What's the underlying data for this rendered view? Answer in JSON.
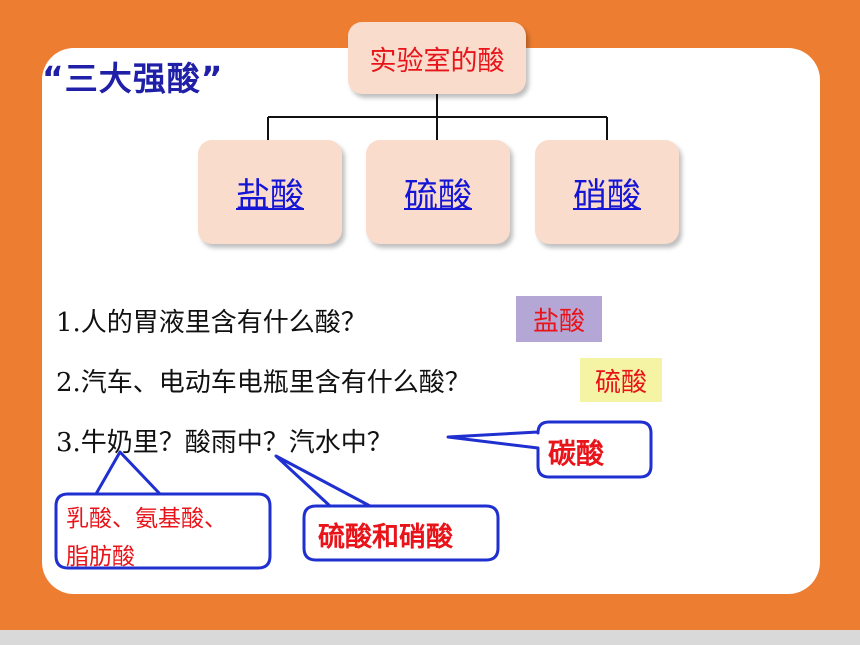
{
  "title": "“三大强酸”",
  "tree": {
    "root": "实验室的酸",
    "children": [
      "盐酸",
      "硫酸",
      "硝酸"
    ]
  },
  "questions": [
    {
      "text": "1.人的胃液里含有什么酸？",
      "answer": "盐酸"
    },
    {
      "text": "2.汽车、电动车电瓶里含有什么酸？",
      "answer": "硫酸"
    },
    {
      "text": "3.牛奶里？酸雨中？汽水中？"
    }
  ],
  "callouts": {
    "milk_line1": "乳酸、氨基酸、",
    "milk_line2": "脂肪酸",
    "acid_rain": "硫酸和硝酸",
    "soda": "碳酸"
  },
  "colors": {
    "background": "#ed7d31",
    "title": "#1f1fa8",
    "node_fill": "#f9dccb",
    "callout_border": "#1f2fd0",
    "accent_red": "#e8141a"
  }
}
